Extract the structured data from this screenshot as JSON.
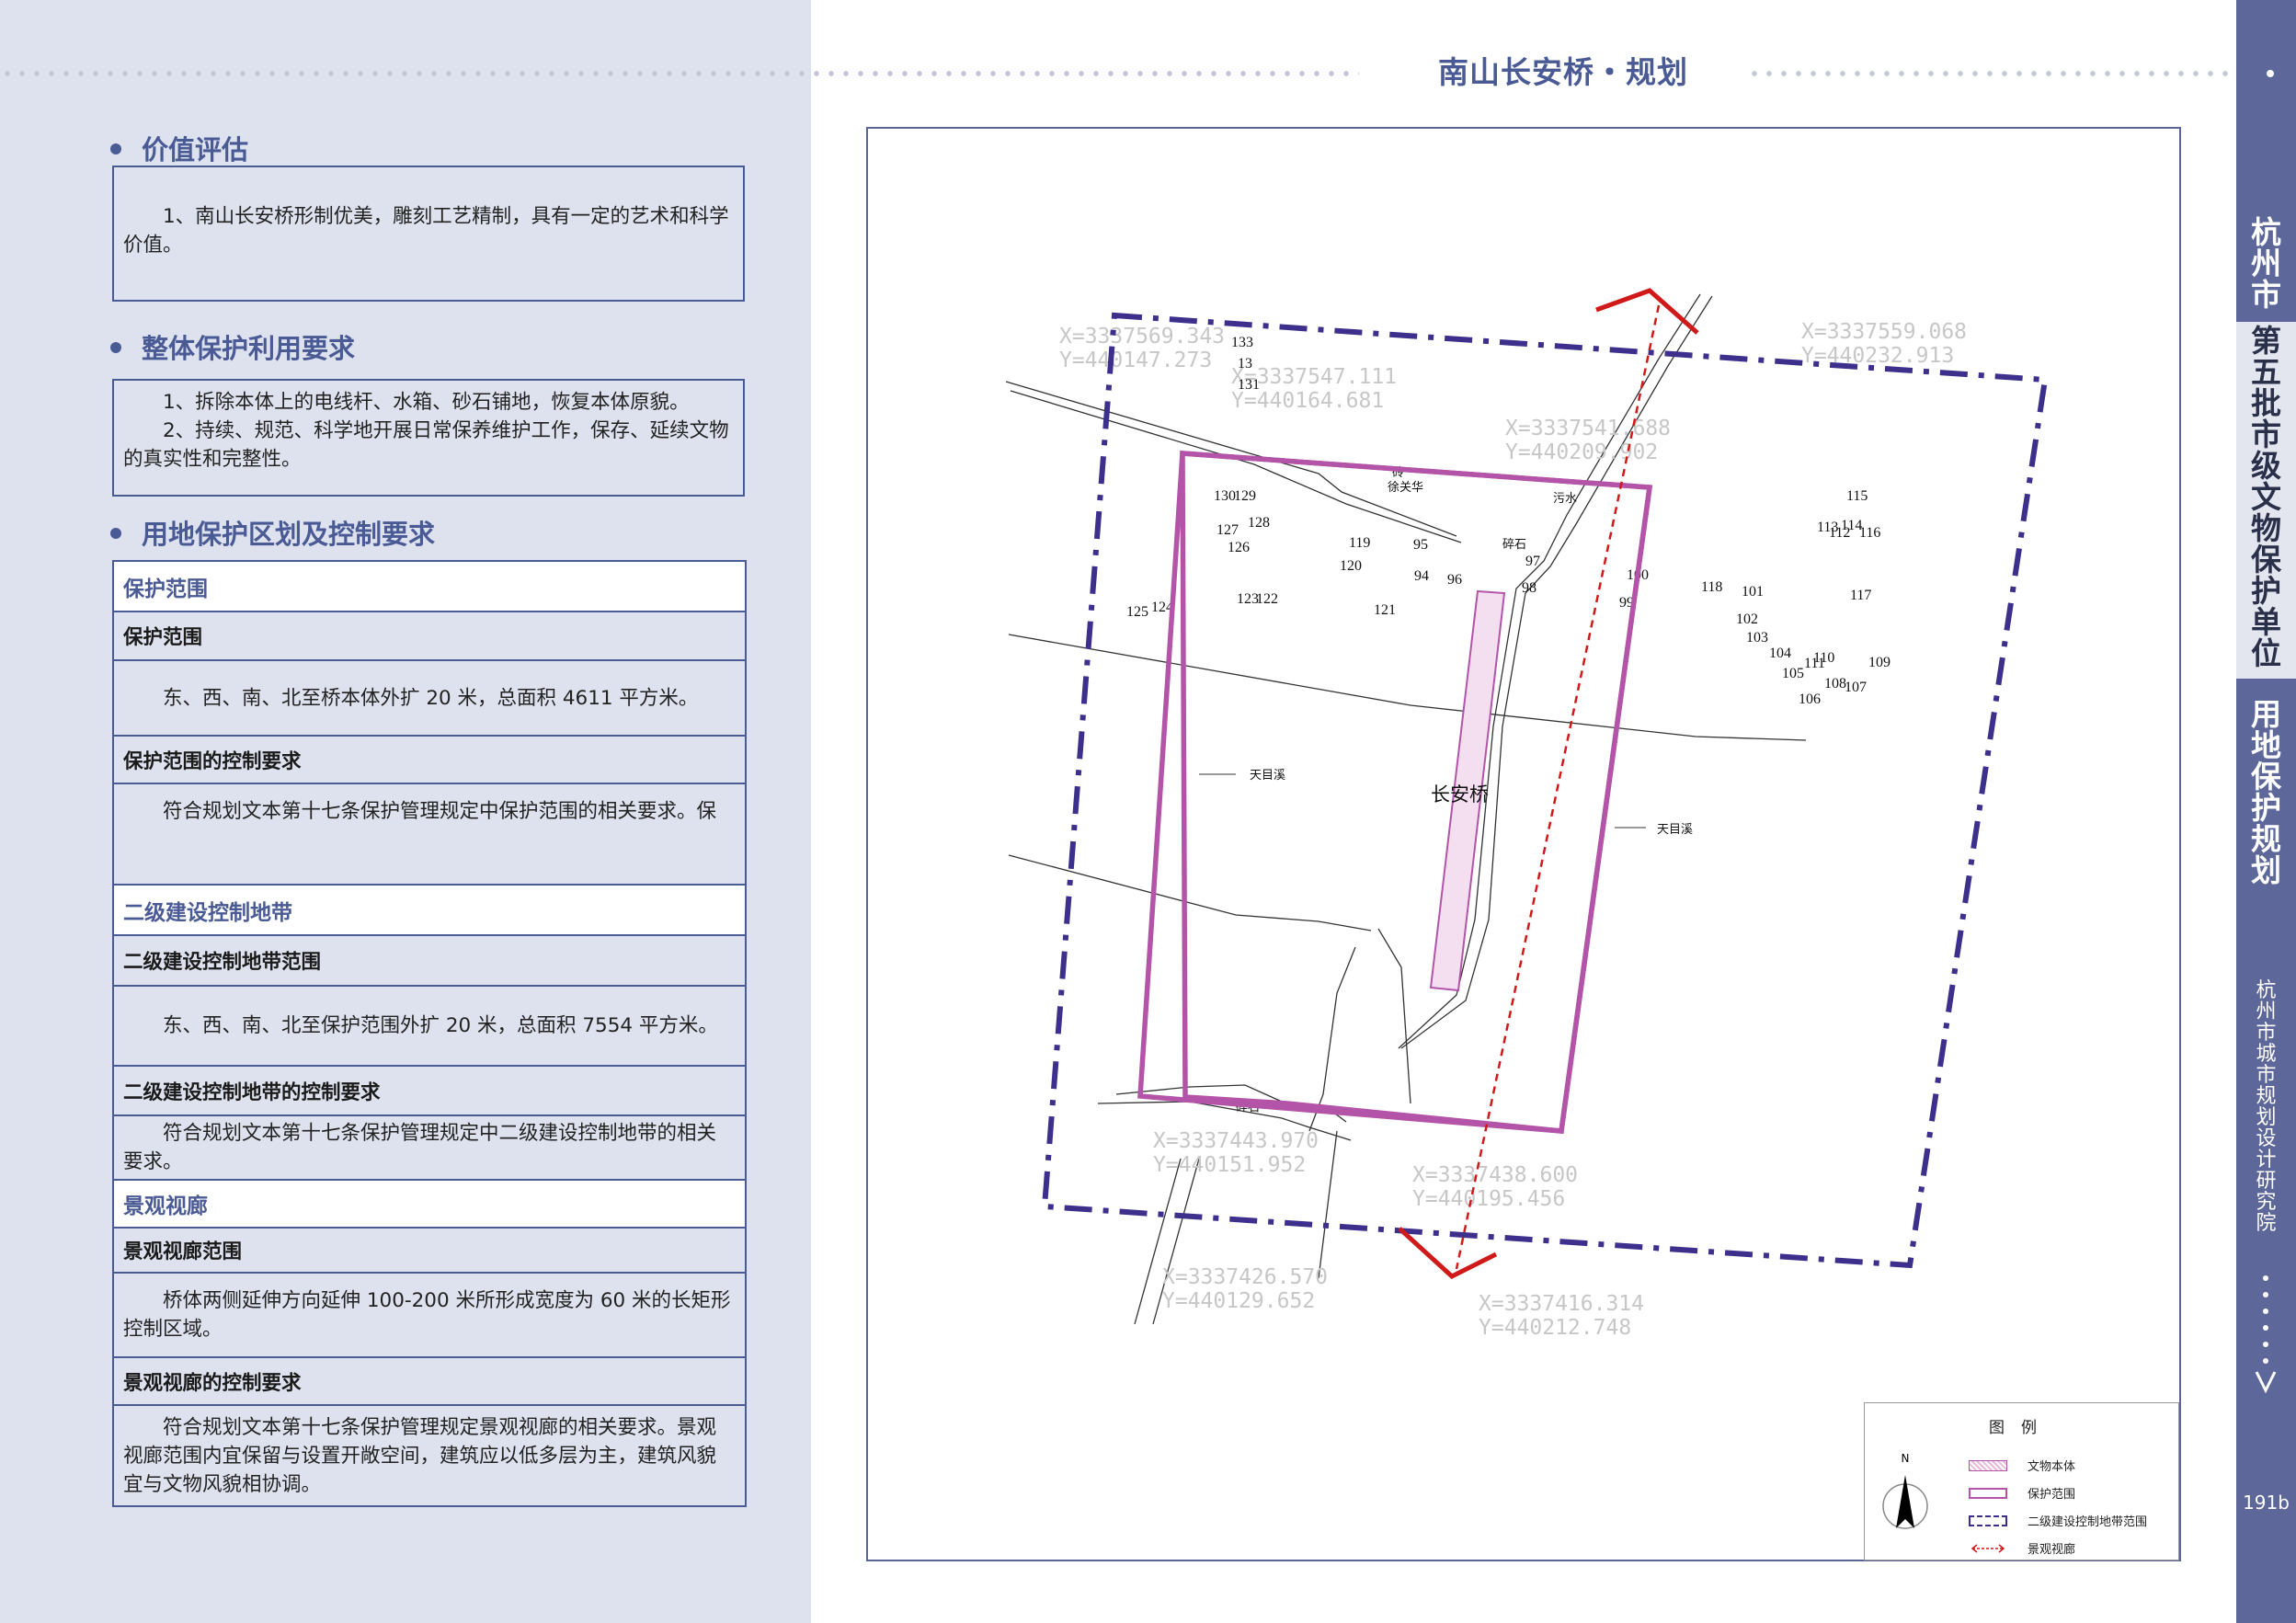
{
  "header": {
    "title": "南山长安桥・规划"
  },
  "sections": {
    "value": {
      "title": "价值评估",
      "text": "1、南山长安桥形制优美，雕刻工艺精制，具有一定的艺术和科学价值。"
    },
    "protection": {
      "title": "整体保护利用要求",
      "line1": "1、拆除本体上的电线杆、水箱、砂石铺地，恢复本体原貌。",
      "line2": "2、持续、规范、科学地开展日常保养维护工作，保存、延续文物的真实性和完整性。"
    },
    "landuse": {
      "title": "用地保护区划及控制要求"
    }
  },
  "table": {
    "r1": {
      "title": "保护范围"
    },
    "r2": {
      "sub": "保护范围",
      "content": "东、西、南、北至桥本体外扩 20 米，总面积 4611 平方米。"
    },
    "r3": {
      "sub": "保护范围的控制要求",
      "content": "符合规划文本第十七条保护管理规定中保护范围的相关要求。保"
    },
    "r4": {
      "title": "二级建设控制地带"
    },
    "r5": {
      "sub": "二级建设控制地带范围",
      "content": "东、西、南、北至保护范围外扩 20 米，总面积 7554 平方米。"
    },
    "r6": {
      "sub": "二级建设控制地带的控制要求",
      "content": "符合规划文本第十七条保护管理规定中二级建设控制地带的相关要求。"
    },
    "r7": {
      "title": "景观视廊"
    },
    "r8": {
      "sub": "景观视廊范围",
      "content": "桥体两侧延伸方向延伸 100-200 米所形成宽度为 60 米的长矩形控制区域。"
    },
    "r9": {
      "sub": "景观视廊的控制要求",
      "content": "符合规划文本第十七条保护管理规定景观视廊的相关要求。景观视廊范围内宜保留与设置开敞空间，建筑应以低多层为主，建筑风貌宜与文物风貌相协调。"
    }
  },
  "map": {
    "bridge_label": "长安桥",
    "stream_label": "天目溪",
    "road_label": "碎石",
    "name_labels": [
      "砖",
      "徐关华",
      "污水"
    ],
    "coords": [
      {
        "x": "X=3337569.343",
        "y": "Y=440147.273"
      },
      {
        "x": "X=3337547.111",
        "y": "Y=440164.681"
      },
      {
        "x": "X=3337541.688",
        "y": "Y=440209.902"
      },
      {
        "x": "X=3337559.068",
        "y": "Y=440232.913"
      },
      {
        "x": "X=3337443.970",
        "y": "Y=440151.952"
      },
      {
        "x": "X=3337438.600",
        "y": "Y=440195.456"
      },
      {
        "x": "X=3337426.570",
        "y": "Y=440129.652"
      },
      {
        "x": "X=3337416.314",
        "y": "Y=440212.748"
      }
    ],
    "numbers": [
      "133",
      "13",
      "131",
      "130",
      "129",
      "128",
      "127",
      "126",
      "125",
      "124",
      "123",
      "122",
      "121",
      "120",
      "119",
      "95",
      "94",
      "96",
      "97",
      "98",
      "99",
      "100",
      "101",
      "102",
      "103",
      "104",
      "105",
      "106",
      "107",
      "108",
      "109",
      "110",
      "111",
      "112",
      "113",
      "114",
      "115",
      "116",
      "117",
      "118"
    ]
  },
  "legend": {
    "title": "图例",
    "north": "N",
    "items": [
      "文物本体",
      "保护范围",
      "二级建设控制地带范围",
      "景观视廊"
    ]
  },
  "sidebar": {
    "city": "杭州市",
    "batch": "第五批市级文物保护单位",
    "topic": "用地保护规划",
    "institute": "杭州市城市规划设计研究院"
  },
  "page_number": "191b",
  "colors": {
    "accent": "#4a5a95",
    "sidebar": "#5d6799",
    "panel": "#dde2ee",
    "protection": "#b354a8",
    "control": "#3d2f8c",
    "corridor": "#d01a1a"
  }
}
